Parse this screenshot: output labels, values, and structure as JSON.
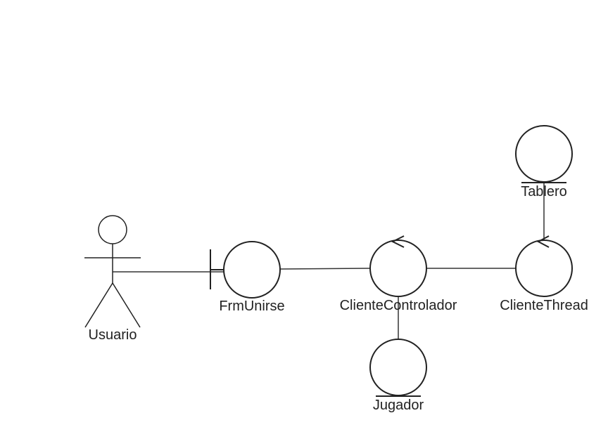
{
  "diagram": {
    "actor": {
      "label": "Usuario",
      "icon": "stick-figure-actor-icon"
    },
    "boundary": {
      "label": "FrmUnirse",
      "icon": "boundary-icon"
    },
    "controller": {
      "label": "ClienteControlador",
      "icon": "control-icon"
    },
    "thread": {
      "label": "ClienteThread",
      "icon": "control-icon"
    },
    "tablero": {
      "label": "Tablero",
      "icon": "entity-icon"
    },
    "jugador": {
      "label": "Jugador",
      "icon": "entity-icon"
    }
  },
  "colors": {
    "stroke": "#222222",
    "background": "#ffffff"
  }
}
